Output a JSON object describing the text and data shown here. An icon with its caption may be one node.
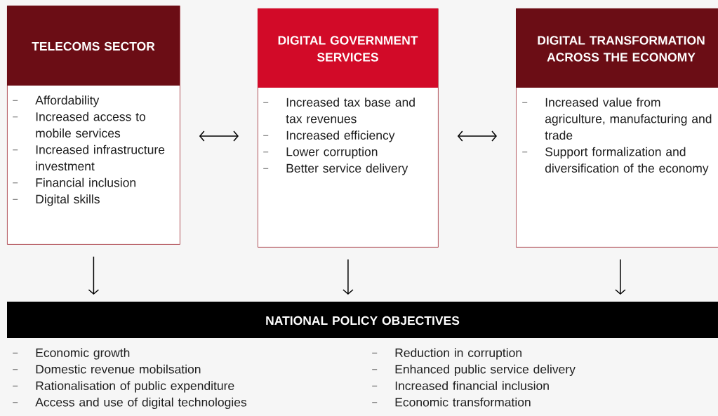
{
  "diagram": {
    "nodes": [
      {
        "text": [
          "TELECOMS SECTOR",
          "Affordability",
          "Increased access to mobile services",
          "Increased infrastructure investment",
          "Financial inclusion",
          "Digital skills"
        ]
      },
      {
        "text": [
          "DIGITAL GOVERNMENT SERVICES",
          "Increased tax base and tax revenues",
          "Increased efficiency",
          "Lower corruption",
          "Better service delivery"
        ]
      },
      {
        "text": [
          "DIGITAL TRANSFORMATION ACROSS THE ECONOMY",
          "Increased value from agriculture, manufacturing and trade",
          "Support formalization and diversification of the economy"
        ]
      },
      {
        "text": [
          "NATIONAL POLICY OBJECTIVES",
          "Economic growth",
          "Domestic revenue mobilsation",
          "Rationalisation of public expenditure",
          "Access and use of digital technologies",
          "Reduction in corruption",
          "Enhanced public service delivery",
          "Increased financial inclusion",
          "Economic transformation"
        ]
      }
    ],
    "edges": [
      {
        "from": 0,
        "to": 1,
        "arrow": "both"
      },
      {
        "from": 1,
        "to": 2,
        "arrow": "both"
      },
      {
        "from": 0,
        "to": 3,
        "arrow": "to"
      },
      {
        "from": 1,
        "to": 3,
        "arrow": "to"
      },
      {
        "from": 2,
        "to": 3,
        "arrow": "to"
      }
    ]
  }
}
